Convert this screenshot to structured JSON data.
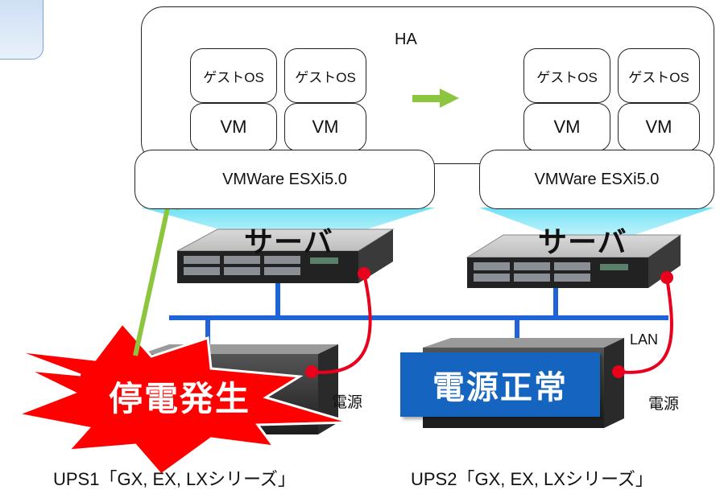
{
  "ha": {
    "label": "HA"
  },
  "servers": [
    {
      "id": "server1",
      "label": "サーバ",
      "hypervisor": "VMWare ESXi5.0",
      "vms": [
        {
          "guest": "ゲストOS",
          "vm": "VM"
        },
        {
          "guest": "ゲストOS",
          "vm": "VM"
        }
      ]
    },
    {
      "id": "server2",
      "label": "サーバ",
      "hypervisor": "VMWare ESXi5.0",
      "vms": [
        {
          "guest": "ゲストOS",
          "vm": "VM"
        },
        {
          "guest": "ゲストOS",
          "vm": "VM"
        }
      ]
    }
  ],
  "network": {
    "lan_label": "LAN"
  },
  "ups": [
    {
      "caption": "UPS1「GX, EX, LXシリーズ」",
      "power_label": "電源",
      "status": "停電発生",
      "status_color": "#ff0000"
    },
    {
      "caption": "UPS2「GX, EX, LXシリーズ」",
      "power_label": "電源",
      "status": "電源正常",
      "status_color": "#1565c0"
    }
  ],
  "colors": {
    "lan": "#1e64d8",
    "power_cable": "#e8001c",
    "migration_arrow": "#8cc63f",
    "hypervisor_glow": "#7fe6f5"
  }
}
